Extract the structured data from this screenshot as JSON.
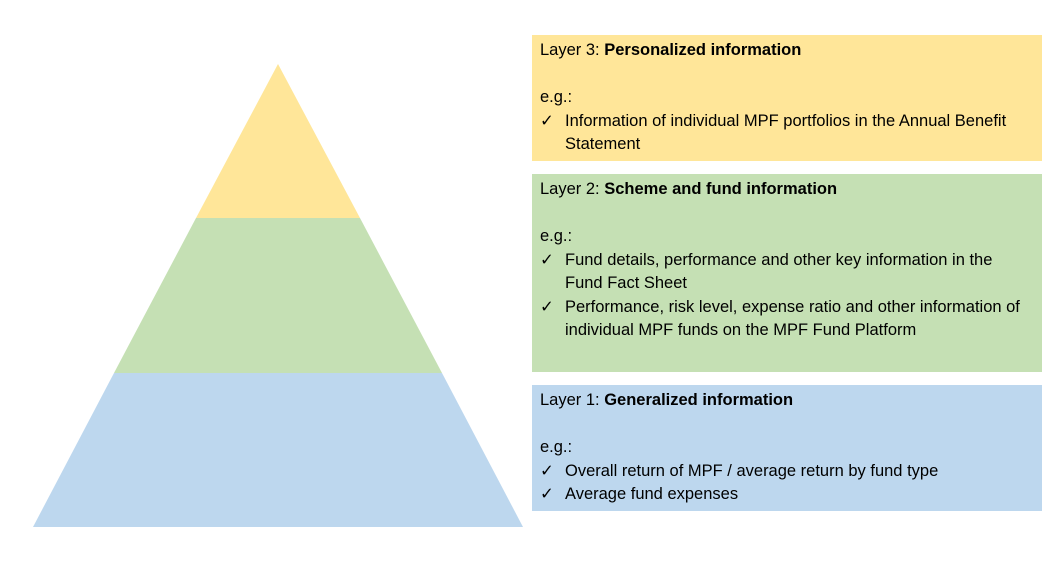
{
  "colors": {
    "layer3": "#FFE699",
    "layer2": "#C5E0B4",
    "layer1": "#BDD7EE"
  },
  "eg_label": "e.g.:",
  "check_icon": "✓",
  "layers": [
    {
      "prefix": "Layer 3: ",
      "title": "Personalized information",
      "items": [
        "Information of individual MPF portfolios in the Annual Benefit Statement"
      ]
    },
    {
      "prefix": "Layer 2: ",
      "title": "Scheme and fund information",
      "items": [
        "Fund details, performance and other key information in the Fund Fact Sheet",
        "Performance, risk level, expense ratio and other information of individual MPF funds on the MPF Fund Platform"
      ]
    },
    {
      "prefix": "Layer 1: ",
      "title": "Generalized information",
      "items": [
        "Overall return of MPF / average return by fund type",
        "Average fund expenses"
      ]
    }
  ]
}
